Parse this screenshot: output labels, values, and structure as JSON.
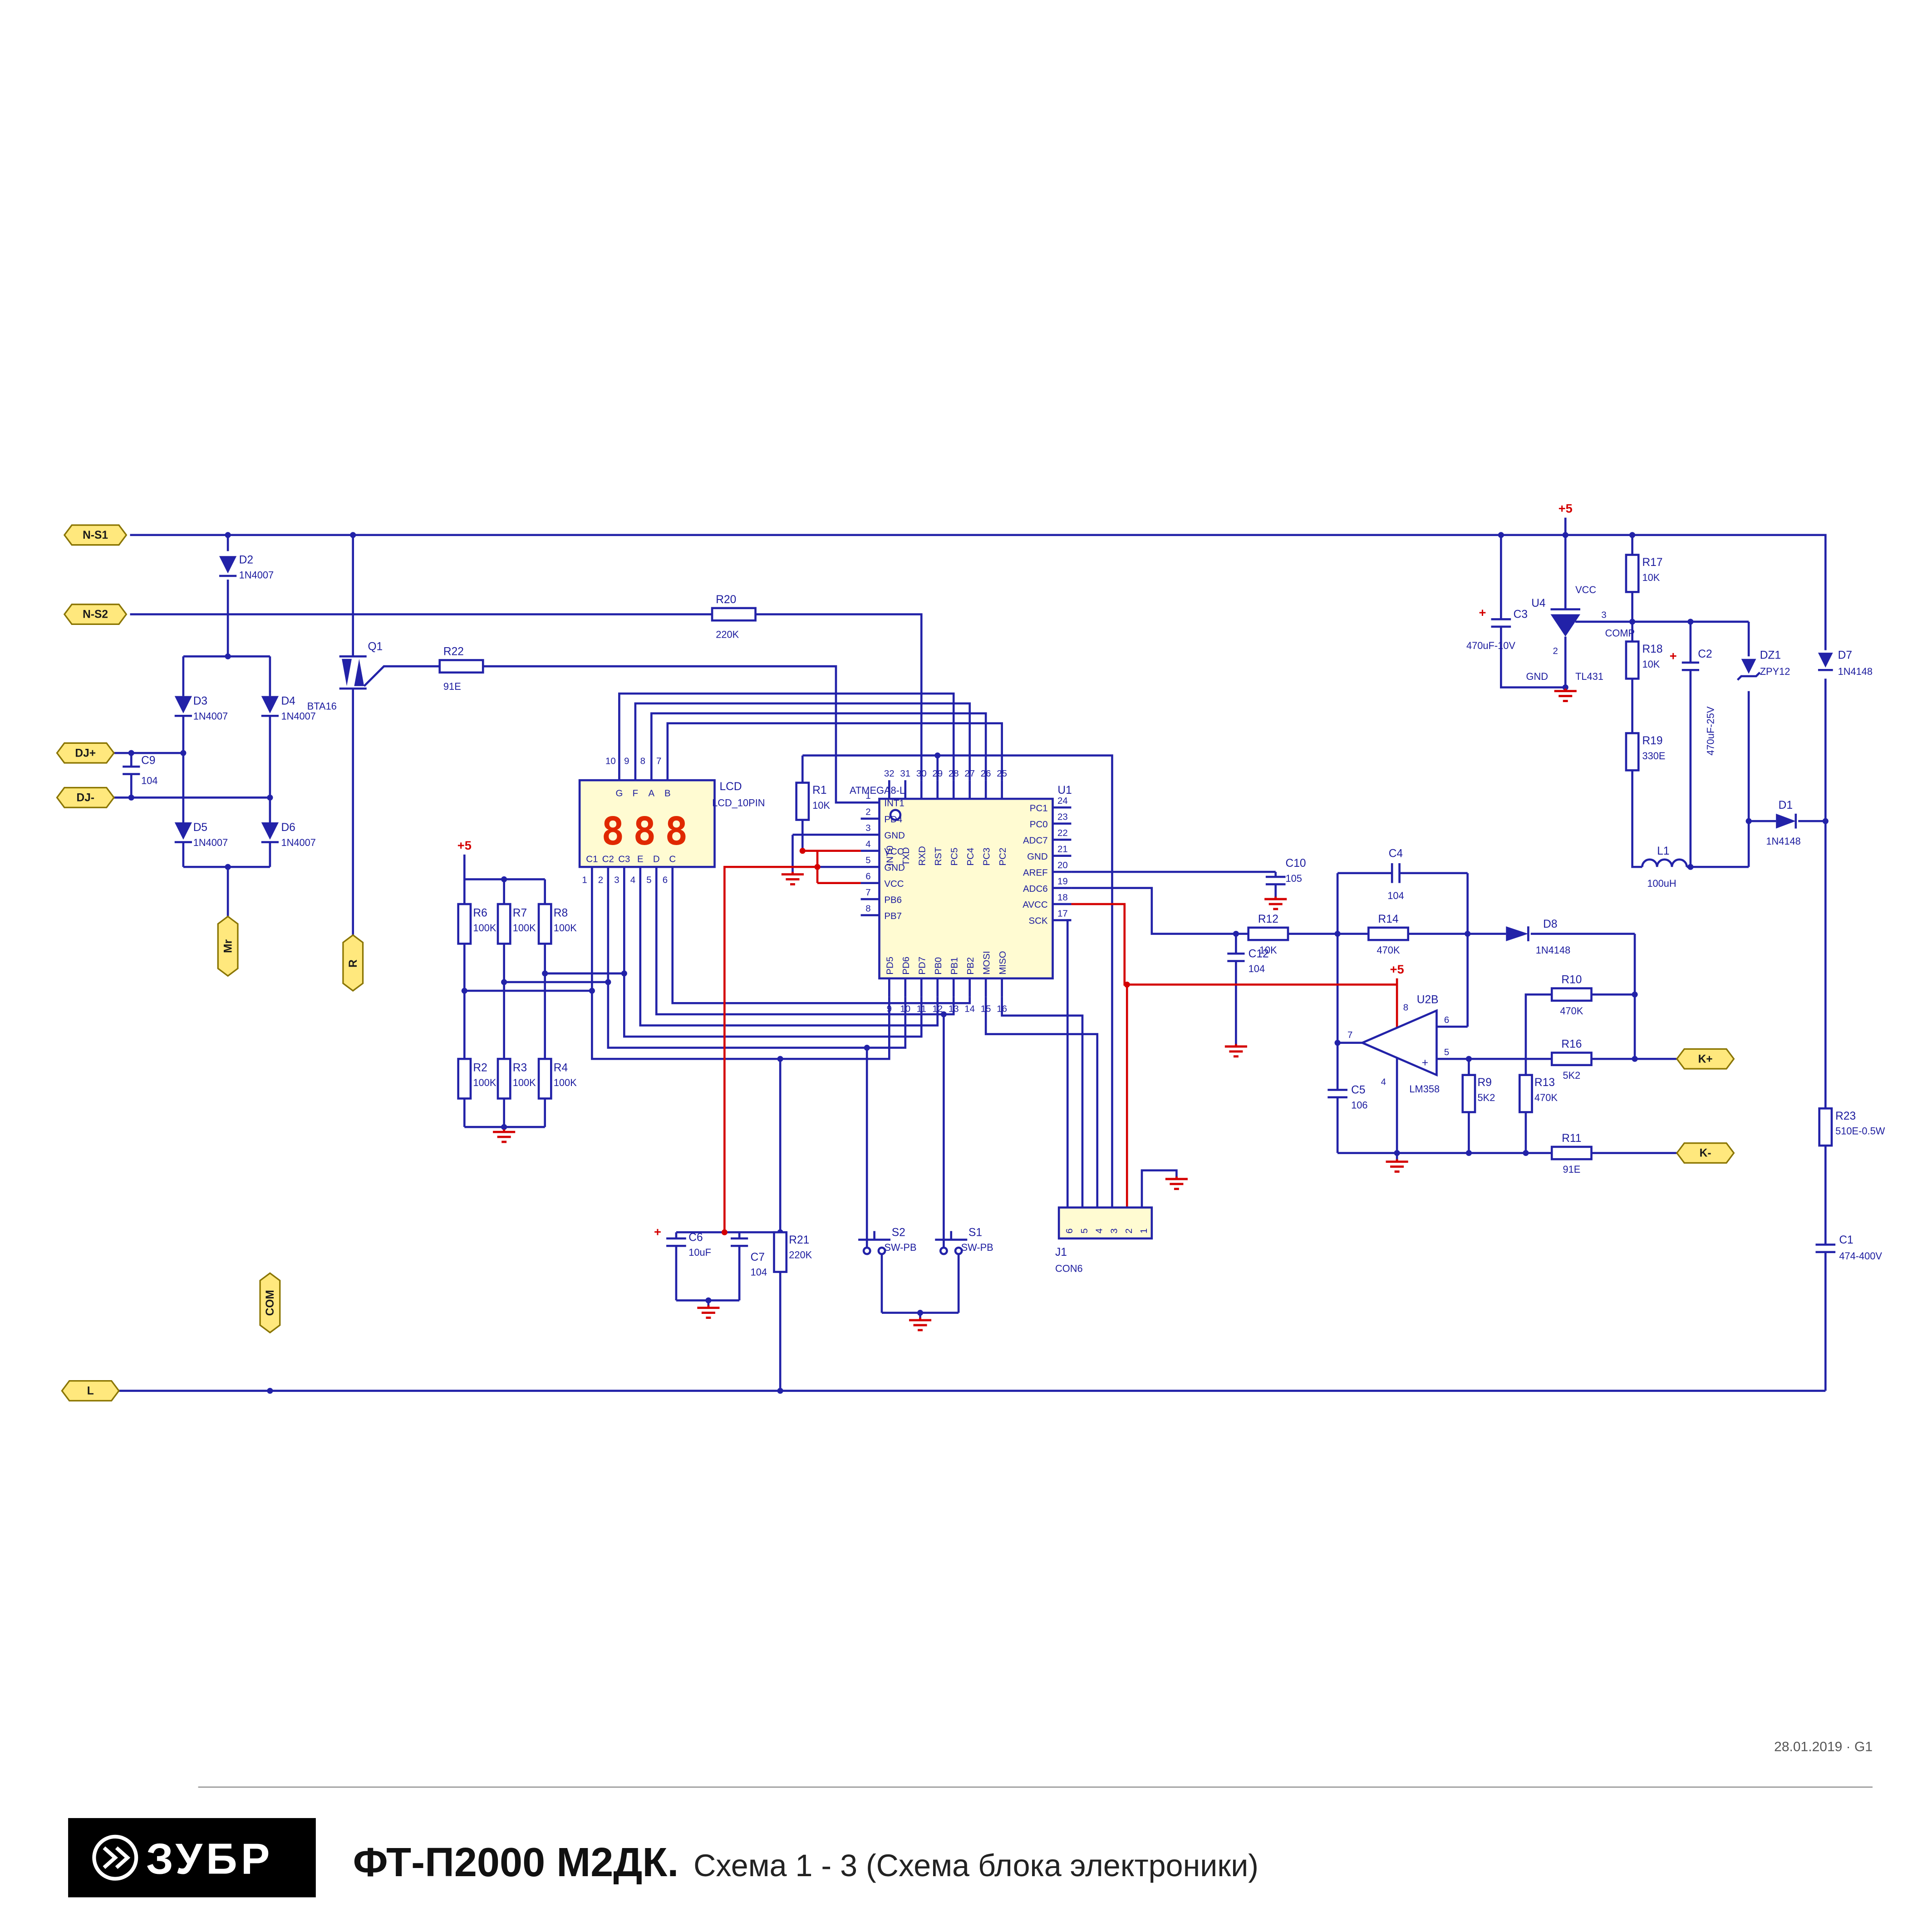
{
  "meta": {
    "date": "28.01.2019 · G1"
  },
  "footer": {
    "brand": "ЗУБР",
    "title_bold": "ФТ-П2000 М2ДК.",
    "title_rest": "Схема 1 - 3 (Схема блока электроники)"
  },
  "flags": {
    "ns1": "N-S1",
    "ns2": "N-S2",
    "djplus": "DJ+",
    "djminus": "DJ-",
    "mr": "Mr",
    "r": "R",
    "com": "COM",
    "l": "L",
    "kplus": "K+",
    "kminus": "K-"
  },
  "power": {
    "plus5": "+5",
    "plus": "+"
  },
  "components": {
    "d1": {
      "ref": "D1",
      "val": "1N4148"
    },
    "d2": {
      "ref": "D2",
      "val": "1N4007"
    },
    "d3": {
      "ref": "D3",
      "val": "1N4007"
    },
    "d4": {
      "ref": "D4",
      "val": "1N4007"
    },
    "d5": {
      "ref": "D5",
      "val": "1N4007"
    },
    "d6": {
      "ref": "D6",
      "val": "1N4007"
    },
    "d7": {
      "ref": "D7",
      "val": "1N4148"
    },
    "d8": {
      "ref": "D8",
      "val": "1N4148"
    },
    "dz1": {
      "ref": "DZ1",
      "val": "ZPY12"
    },
    "q1": {
      "ref": "Q1",
      "val": "BTA16"
    },
    "r1": {
      "ref": "R1",
      "val": "10K"
    },
    "r2": {
      "ref": "R2",
      "val": "100K"
    },
    "r3": {
      "ref": "R3",
      "val": "100K"
    },
    "r4": {
      "ref": "R4",
      "val": "100K"
    },
    "r6": {
      "ref": "R6",
      "val": "100K"
    },
    "r7": {
      "ref": "R7",
      "val": "100K"
    },
    "r8": {
      "ref": "R8",
      "val": "100K"
    },
    "r9": {
      "ref": "R9",
      "val": "5K2"
    },
    "r10": {
      "ref": "R10",
      "val": "470K"
    },
    "r11": {
      "ref": "R11",
      "val": "91E"
    },
    "r12": {
      "ref": "R12",
      "val": "10K"
    },
    "r13": {
      "ref": "R13",
      "val": "470K"
    },
    "r14": {
      "ref": "R14",
      "val": "470K"
    },
    "r16": {
      "ref": "R16",
      "val": "5K2"
    },
    "r17": {
      "ref": "R17",
      "val": "10K"
    },
    "r18": {
      "ref": "R18",
      "val": "10K"
    },
    "r19": {
      "ref": "R19",
      "val": "330E"
    },
    "r20": {
      "ref": "R20",
      "val": "220K"
    },
    "r21": {
      "ref": "R21",
      "val": "220K"
    },
    "r22": {
      "ref": "R22",
      "val": "91E"
    },
    "r23": {
      "ref": "R23",
      "val": "510E-0.5W"
    },
    "c1": {
      "ref": "C1",
      "val": "474-400V"
    },
    "c2": {
      "ref": "C2",
      "val": "470uF-25V"
    },
    "c3": {
      "ref": "C3",
      "val": "470uF-10V"
    },
    "c4": {
      "ref": "C4",
      "val": "104"
    },
    "c5": {
      "ref": "C5",
      "val": "106"
    },
    "c6": {
      "ref": "C6",
      "val": "10uF"
    },
    "c7": {
      "ref": "C7",
      "val": "104"
    },
    "c9": {
      "ref": "C9",
      "val": "104"
    },
    "c10": {
      "ref": "C10",
      "val": "105"
    },
    "c12": {
      "ref": "C12",
      "val": "104"
    },
    "l1": {
      "ref": "L1",
      "val": "100uH"
    },
    "s1": {
      "ref": "S1",
      "val": "SW-PB"
    },
    "s2": {
      "ref": "S2",
      "val": "SW-PB"
    },
    "j1": {
      "ref": "J1",
      "val": "CON6"
    },
    "u4": {
      "ref": "U4",
      "val": "TL431"
    }
  },
  "u1": {
    "ref": "U1",
    "name": "ATMEGA8-L",
    "top": [
      {
        "n": "32",
        "pin": "INT0"
      },
      {
        "n": "31",
        "pin": "TXD"
      },
      {
        "n": "30",
        "pin": "RXD"
      },
      {
        "n": "29",
        "pin": "RST"
      },
      {
        "n": "28",
        "pin": "PC5"
      },
      {
        "n": "27",
        "pin": "PC4"
      },
      {
        "n": "26",
        "pin": "PC3"
      },
      {
        "n": "25",
        "pin": "PC2"
      }
    ],
    "left": [
      {
        "n": "1",
        "pin": "INT1"
      },
      {
        "n": "2",
        "pin": "PD4"
      },
      {
        "n": "3",
        "pin": "GND"
      },
      {
        "n": "4",
        "pin": "VCC"
      },
      {
        "n": "5",
        "pin": "GND"
      },
      {
        "n": "6",
        "pin": "VCC"
      },
      {
        "n": "7",
        "pin": "PB6"
      },
      {
        "n": "8",
        "pin": "PB7"
      }
    ],
    "right": [
      {
        "n": "24",
        "pin": "PC1"
      },
      {
        "n": "23",
        "pin": "PC0"
      },
      {
        "n": "22",
        "pin": "ADC7"
      },
      {
        "n": "21",
        "pin": "GND"
      },
      {
        "n": "20",
        "pin": "AREF"
      },
      {
        "n": "19",
        "pin": "ADC6"
      },
      {
        "n": "18",
        "pin": "AVCC"
      },
      {
        "n": "17",
        "pin": "SCK"
      }
    ],
    "bottom": [
      {
        "n": "9",
        "pin": "PD5"
      },
      {
        "n": "10",
        "pin": "PD6"
      },
      {
        "n": "11",
        "pin": "PD7"
      },
      {
        "n": "12",
        "pin": "PB0"
      },
      {
        "n": "13",
        "pin": "PB1"
      },
      {
        "n": "14",
        "pin": "PB2"
      },
      {
        "n": "15",
        "pin": "MOSI"
      },
      {
        "n": "16",
        "pin": "MISO"
      }
    ]
  },
  "u2b": {
    "ref": "U2B",
    "val": "LM358",
    "pin_out": "7",
    "pin_inm": "6",
    "pin_inp": "5",
    "pin_vcc": "8",
    "pin_gnd": "4",
    "plus_sign": "+"
  },
  "u4pins": {
    "vcc": "VCC",
    "comp": "COMP",
    "gnd": "GND",
    "p3": "3",
    "p2": "2"
  },
  "lcd": {
    "ref": "LCD",
    "val": "LCD_10PIN",
    "display": "888",
    "top_nums": [
      "10",
      "9",
      "8",
      "7"
    ],
    "top_letters": [
      "G",
      "F",
      "A",
      "B"
    ],
    "bot_letters": [
      "C1",
      "C2",
      "C3",
      "E",
      "D",
      "C"
    ],
    "bot_nums": [
      "1",
      "2",
      "3",
      "4",
      "5",
      "6"
    ]
  },
  "j1pins": [
    "6",
    "5",
    "4",
    "3",
    "2",
    "1"
  ]
}
